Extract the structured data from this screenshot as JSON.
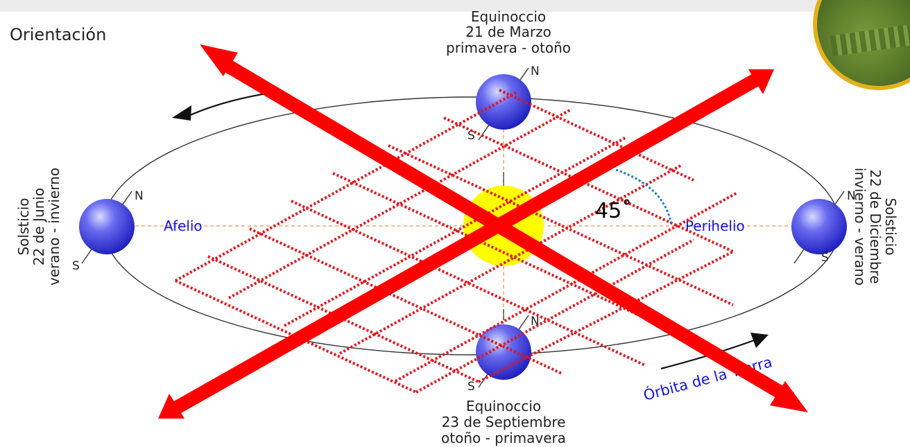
{
  "title": "Orientación",
  "equinox_top": [
    "Equinoccio",
    "21 de Marzo",
    "primavera - otoño"
  ],
  "equinox_bottom": [
    "Equinoccio",
    "23 de Septiembre",
    "otoño - primavera"
  ],
  "solstice_left": [
    "Solsticio",
    "22 de Junio",
    "verano - invierno"
  ],
  "solstice_right": [
    "Solsticio",
    "22 de Diciembre",
    "invierno - verano"
  ],
  "aphelion": "Afelio",
  "perihelion": "Perihelio",
  "orbit_label": "Órbita de la Tierra",
  "pole_north": "N",
  "pole_south": "S",
  "angle": "45˚",
  "colors": {
    "earth": "#3a3ae0",
    "sun": "#ffff00",
    "cross": "#ff0000",
    "grid": "#e0141c",
    "angle_arc": "#1e78c8",
    "label_blue": "#1414e0"
  }
}
